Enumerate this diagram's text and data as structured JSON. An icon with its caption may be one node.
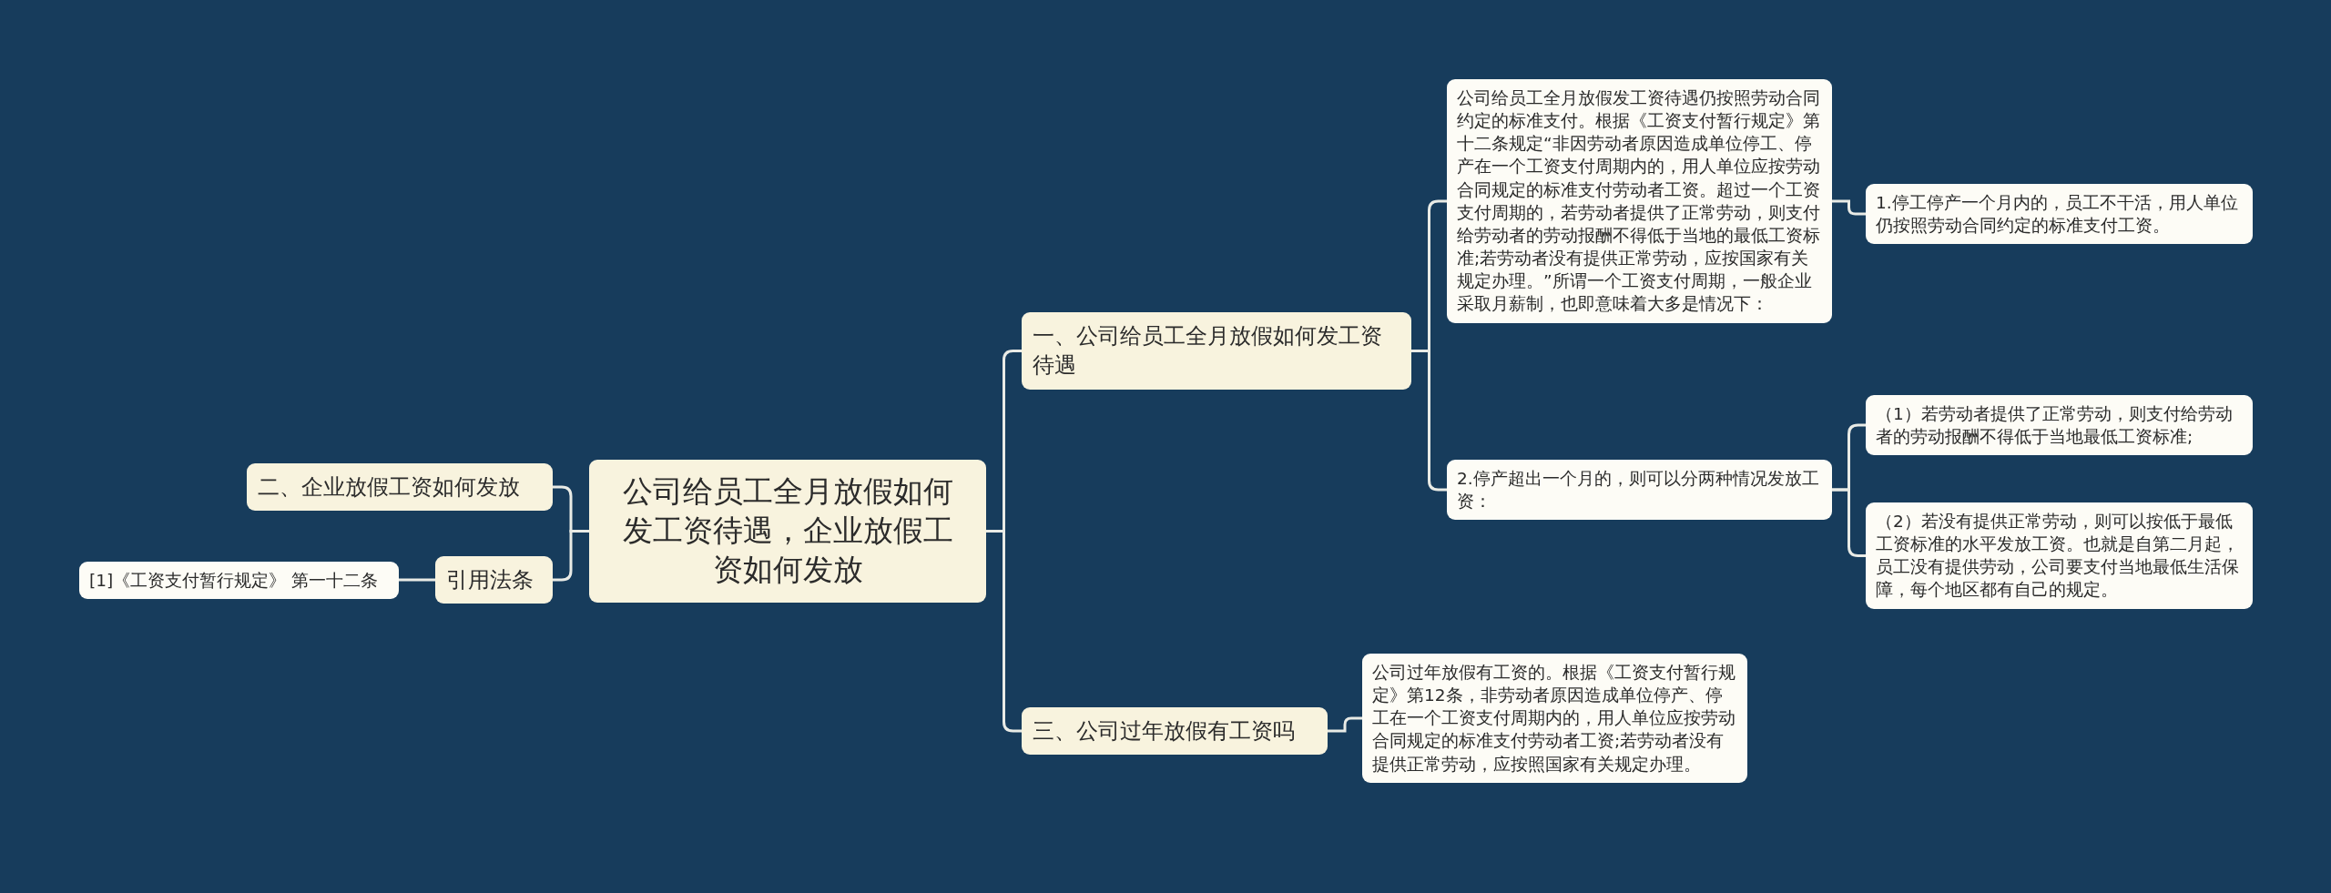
{
  "diagram": {
    "nodes": [
      {
        "text": [
          "公司给员工全月放假如何发工资待遇，企业放假工资如何发放"
        ]
      },
      {
        "text": [
          "一、公司给员工全月放假如何发工资待遇"
        ]
      },
      {
        "text": [
          "公司给员工全月放假发工资待遇仍按照劳动合同约定的标准支付。根据《工资支付暂行规定》第十二条规定“非因劳动者原因造成单位停工、停产在一个工资支付周期内的，用人单位应按劳动合同规定的标准支付劳动者工资。超过一个工资支付周期的，若劳动者提供了正常劳动，则支付给劳动者的劳动报酬不得低于当地的最低工资标准;若劳动者没有提供正常劳动，应按国家有关规定办理。”所谓一个工资支付周期，一般企业采取月薪制，也即意味着大多是情况下："
        ]
      },
      {
        "text": [
          "1.停工停产一个月内的，员工不干活，用人单位仍按照劳动合同约定的标准支付工资。"
        ]
      },
      {
        "text": [
          "2.停产超出一个月的，则可以分两种情况发放工资："
        ]
      },
      {
        "text": [
          "（1）若劳动者提供了正常劳动，则支付给劳动者的劳动报酬不得低于当地最低工资标准;"
        ]
      },
      {
        "text": [
          "（2）若没有提供正常劳动，则可以按低于最低工资标准的水平发放工资。也就是自第二月起，员工没有提供劳动，公司要支付当地最低生活保障，每个地区都有自己的规定。"
        ]
      },
      {
        "text": [
          "三、公司过年放假有工资吗"
        ]
      },
      {
        "text": [
          "公司过年放假有工资的。根据《工资支付暂行规定》第12条，非劳动者原因造成单位停产、停工在一个工资支付周期内的，用人单位应按劳动合同规定的标准支付劳动者工资;若劳动者没有提供正常劳动，应按照国家有关规定办理。"
        ]
      },
      {
        "text": [
          "二、企业放假工资如何发放"
        ]
      },
      {
        "text": [
          "引用法条"
        ]
      },
      {
        "text": [
          "[1]《工资支付暂行规定》 第一十二条"
        ]
      }
    ],
    "edges": [
      {
        "from": 0,
        "to": 1,
        "arrow": "none"
      },
      {
        "from": 1,
        "to": 2,
        "arrow": "none"
      },
      {
        "from": 2,
        "to": 3,
        "arrow": "none"
      },
      {
        "from": 1,
        "to": 4,
        "arrow": "none"
      },
      {
        "from": 4,
        "to": 5,
        "arrow": "none"
      },
      {
        "from": 4,
        "to": 6,
        "arrow": "none"
      },
      {
        "from": 0,
        "to": 7,
        "arrow": "none"
      },
      {
        "from": 7,
        "to": 8,
        "arrow": "none"
      },
      {
        "from": 0,
        "to": 9,
        "arrow": "none"
      },
      {
        "from": 0,
        "to": 10,
        "arrow": "none"
      },
      {
        "from": 10,
        "to": 11,
        "arrow": "none"
      }
    ]
  }
}
